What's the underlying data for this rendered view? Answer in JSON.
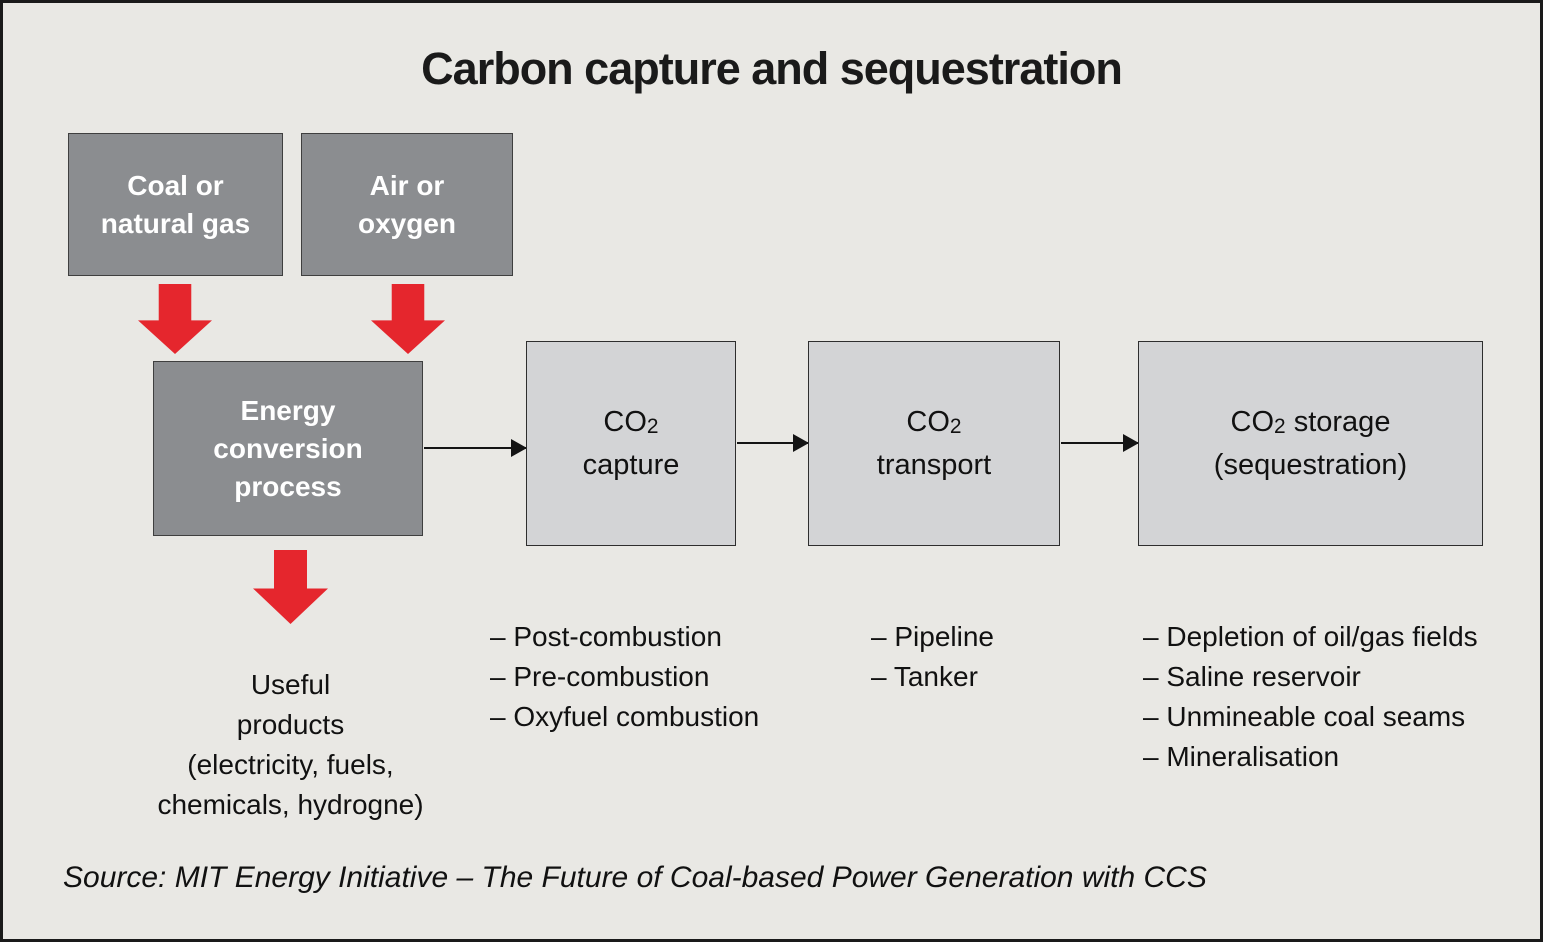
{
  "title": "Carbon capture and sequestration",
  "inputs": {
    "coal": "Coal or\nnatural gas",
    "air": "Air or\noxygen"
  },
  "process": "Energy\nconversion\nprocess",
  "flow": {
    "capture": {
      "pre": "CO",
      "sub": "2",
      "post": "",
      "line2": "capture"
    },
    "transport": {
      "pre": "CO",
      "sub": "2",
      "post": "",
      "line2": "transport"
    },
    "storage": {
      "pre": "CO",
      "sub": "2",
      "post": " storage",
      "line2": "(sequestration)"
    }
  },
  "outputs": {
    "useful_products": "Useful\nproducts\n(electricity, fuels,\nchemicals, hydrogne)"
  },
  "lists": {
    "capture": [
      "– Post-combustion",
      "– Pre-combustion",
      "– Oxyfuel combustion"
    ],
    "transport": [
      "– Pipeline",
      "– Tanker"
    ],
    "storage": [
      "– Depletion of oil/gas fields",
      "– Saline reservoir",
      "– Unmineable coal seams",
      "– Mineralisation"
    ]
  },
  "source": "Source: MIT Energy Initiative – The Future of Coal-based Power Generation with CCS",
  "colors": {
    "dark_box": "#8b8d90",
    "light_box": "#d3d4d6",
    "arrow_red": "#e5262d",
    "background": "#e9e8e4"
  }
}
